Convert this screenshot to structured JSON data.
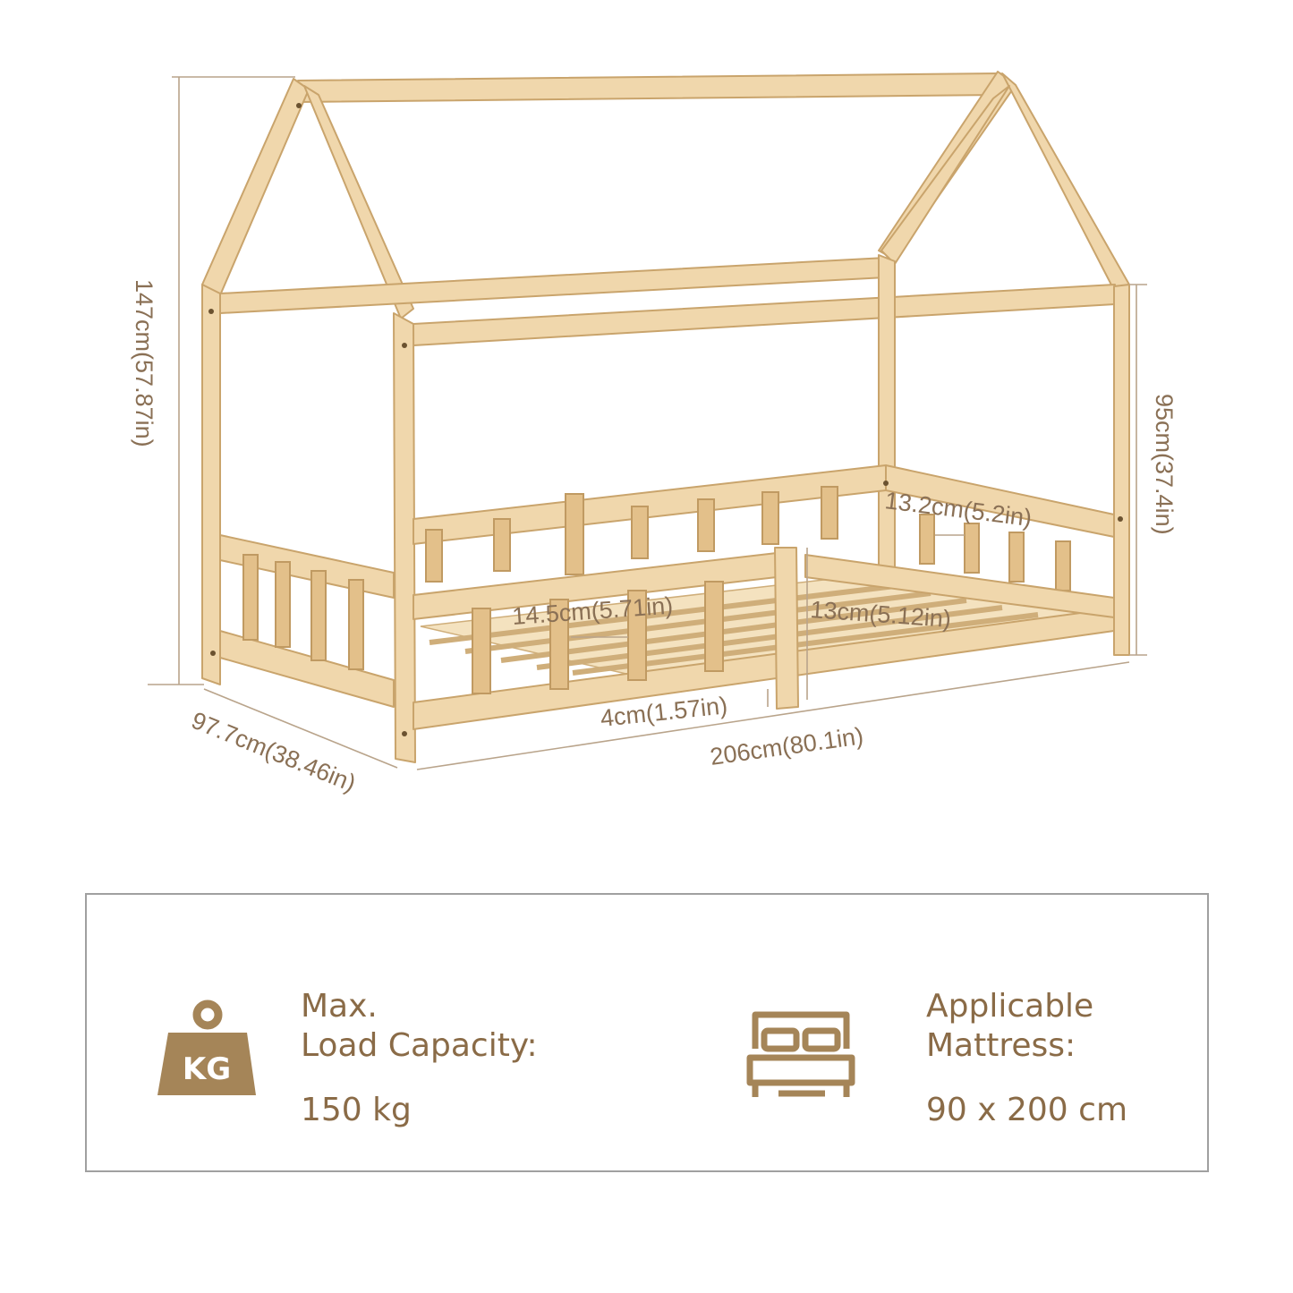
{
  "dimensions": {
    "height_total": "147cm(57.87in)",
    "height_side": "95cm(37.4in)",
    "width": "97.7cm(38.46in)",
    "length": "206cm(80.1in)",
    "slat_gap_end": "13.2cm(5.2in)",
    "slat_gap_side": "14.5cm(5.71in)",
    "opening_height": "13cm(5.12in)",
    "floor_clearance": "4cm(1.57in)"
  },
  "info": {
    "load": {
      "icon": "weight-kg-icon",
      "icon_text": "KG",
      "label_line1": "Max.",
      "label_line2": "Load Capacity:",
      "value": "150 kg"
    },
    "mattress": {
      "icon": "bed-icon",
      "label_line1": "Applicable",
      "label_line2": "Mattress:",
      "value": "90 x 200 cm"
    }
  },
  "colors": {
    "text": "#8a6b47",
    "wood": "#f0d7ac",
    "border": "#a0a0a0"
  }
}
